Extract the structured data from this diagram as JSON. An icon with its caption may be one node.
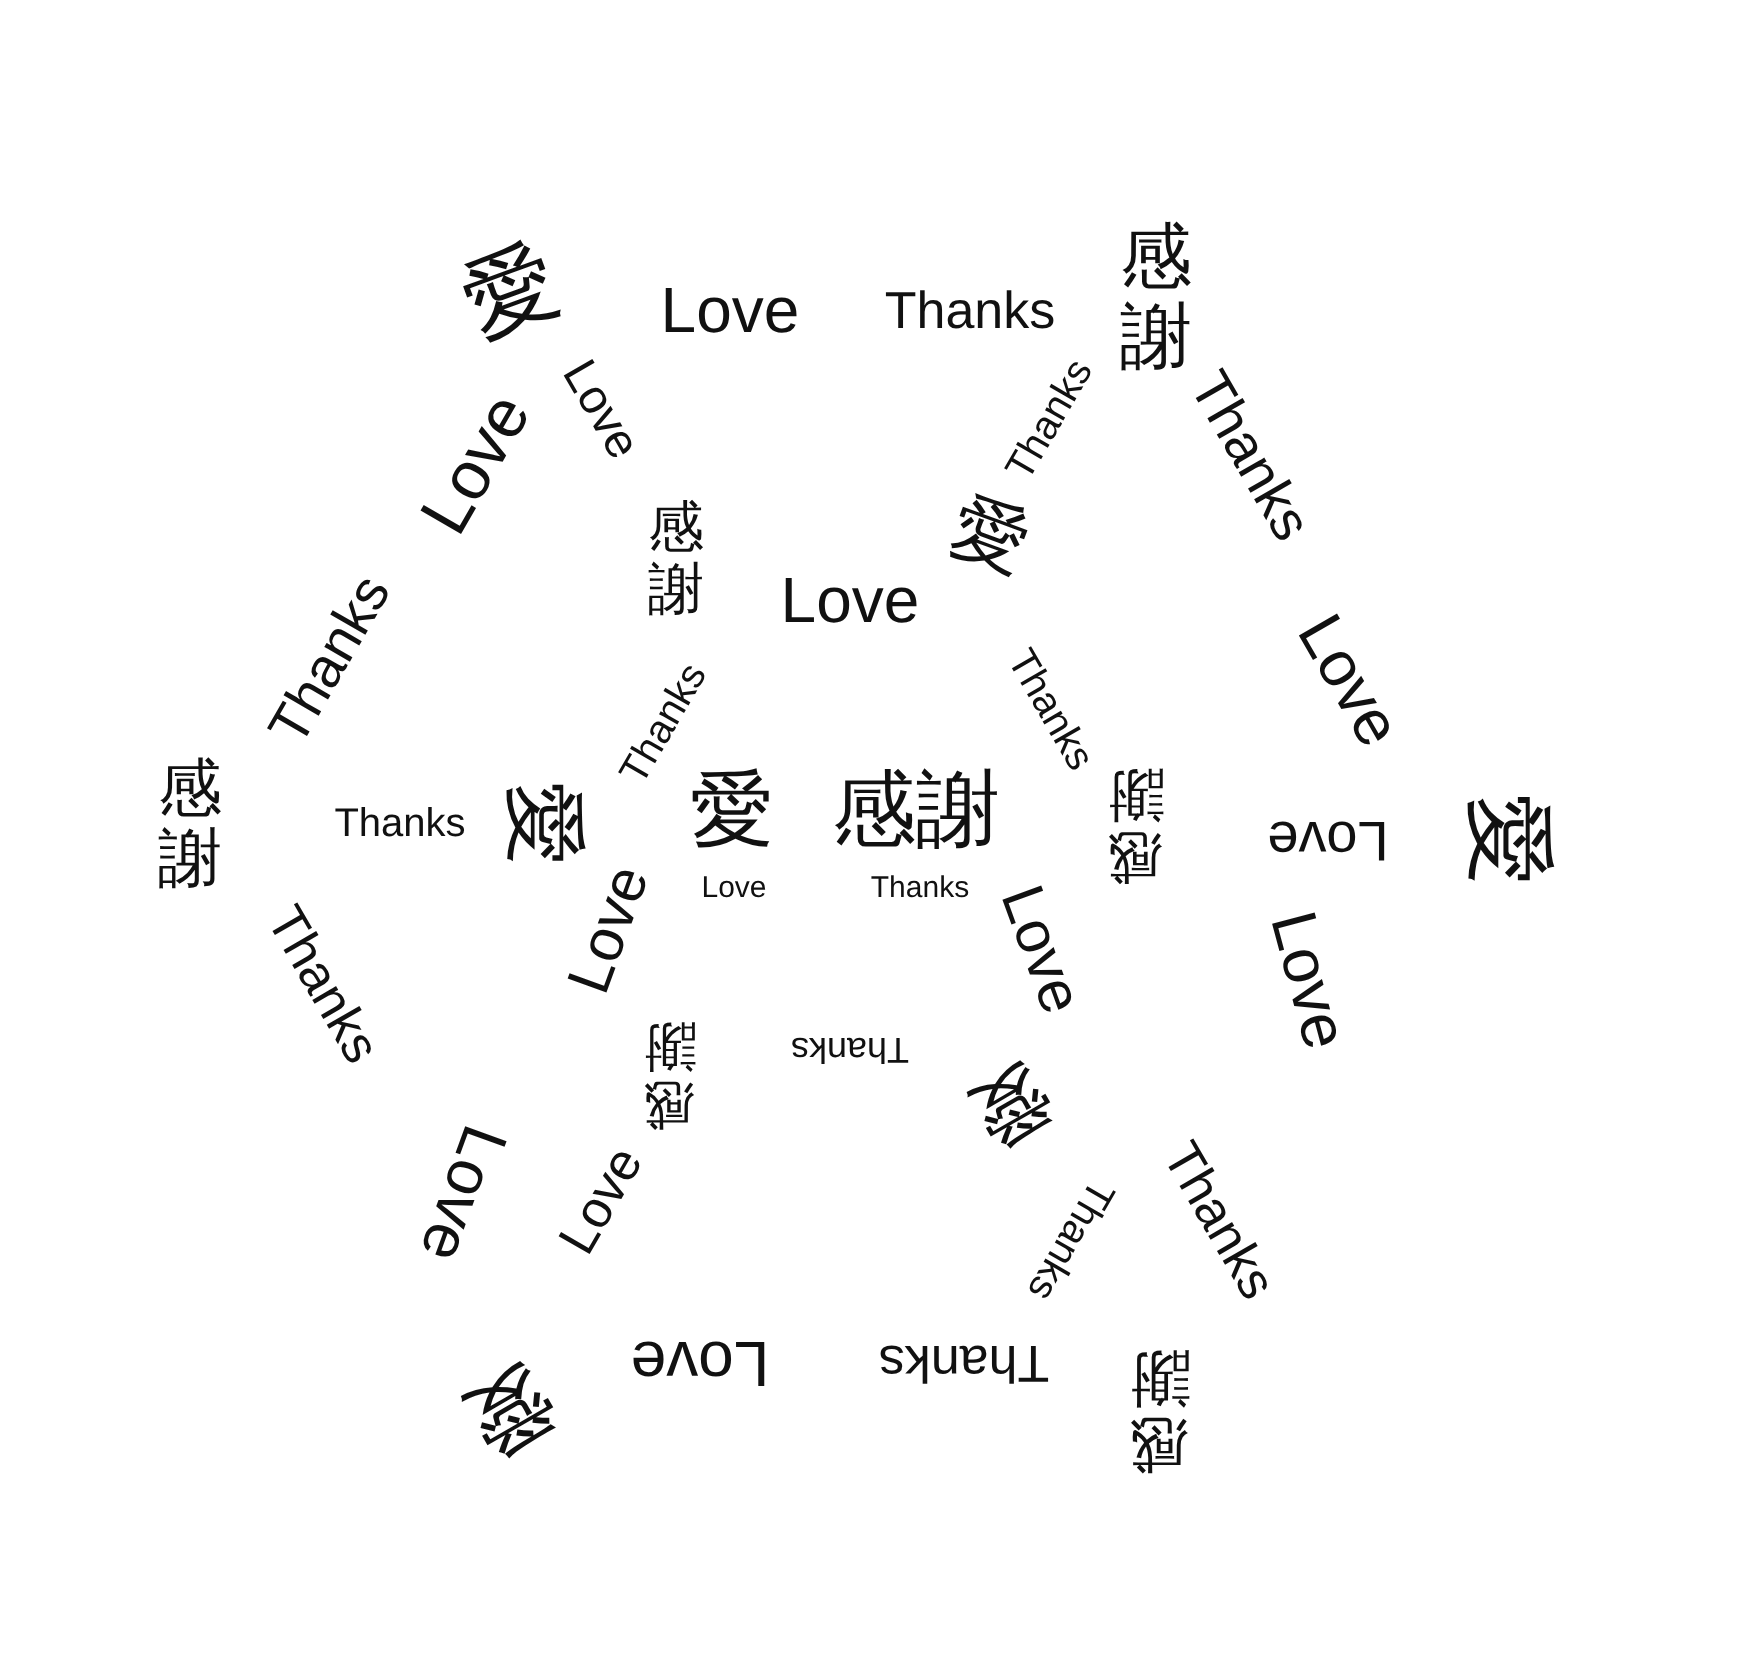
{
  "diagram": {
    "labels": [
      "愛",
      "Love",
      "Thanks",
      "感謝",
      "Love",
      "Love",
      "Thanks",
      "Thanks",
      "愛",
      "感謝",
      "Thanks",
      "Thanks",
      "Love",
      "Thanks",
      "Love",
      "感謝",
      "Thanks",
      "愛",
      "愛",
      "感謝",
      "感謝",
      "Love",
      "愛",
      "Love",
      "Thanks",
      "Thanks",
      "Love",
      "Love",
      "Love",
      "Thanks",
      "感謝",
      "愛",
      "Love",
      "Love",
      "Thanks",
      "Thanks",
      "Love",
      "Thanks",
      "愛",
      "感謝"
    ]
  }
}
